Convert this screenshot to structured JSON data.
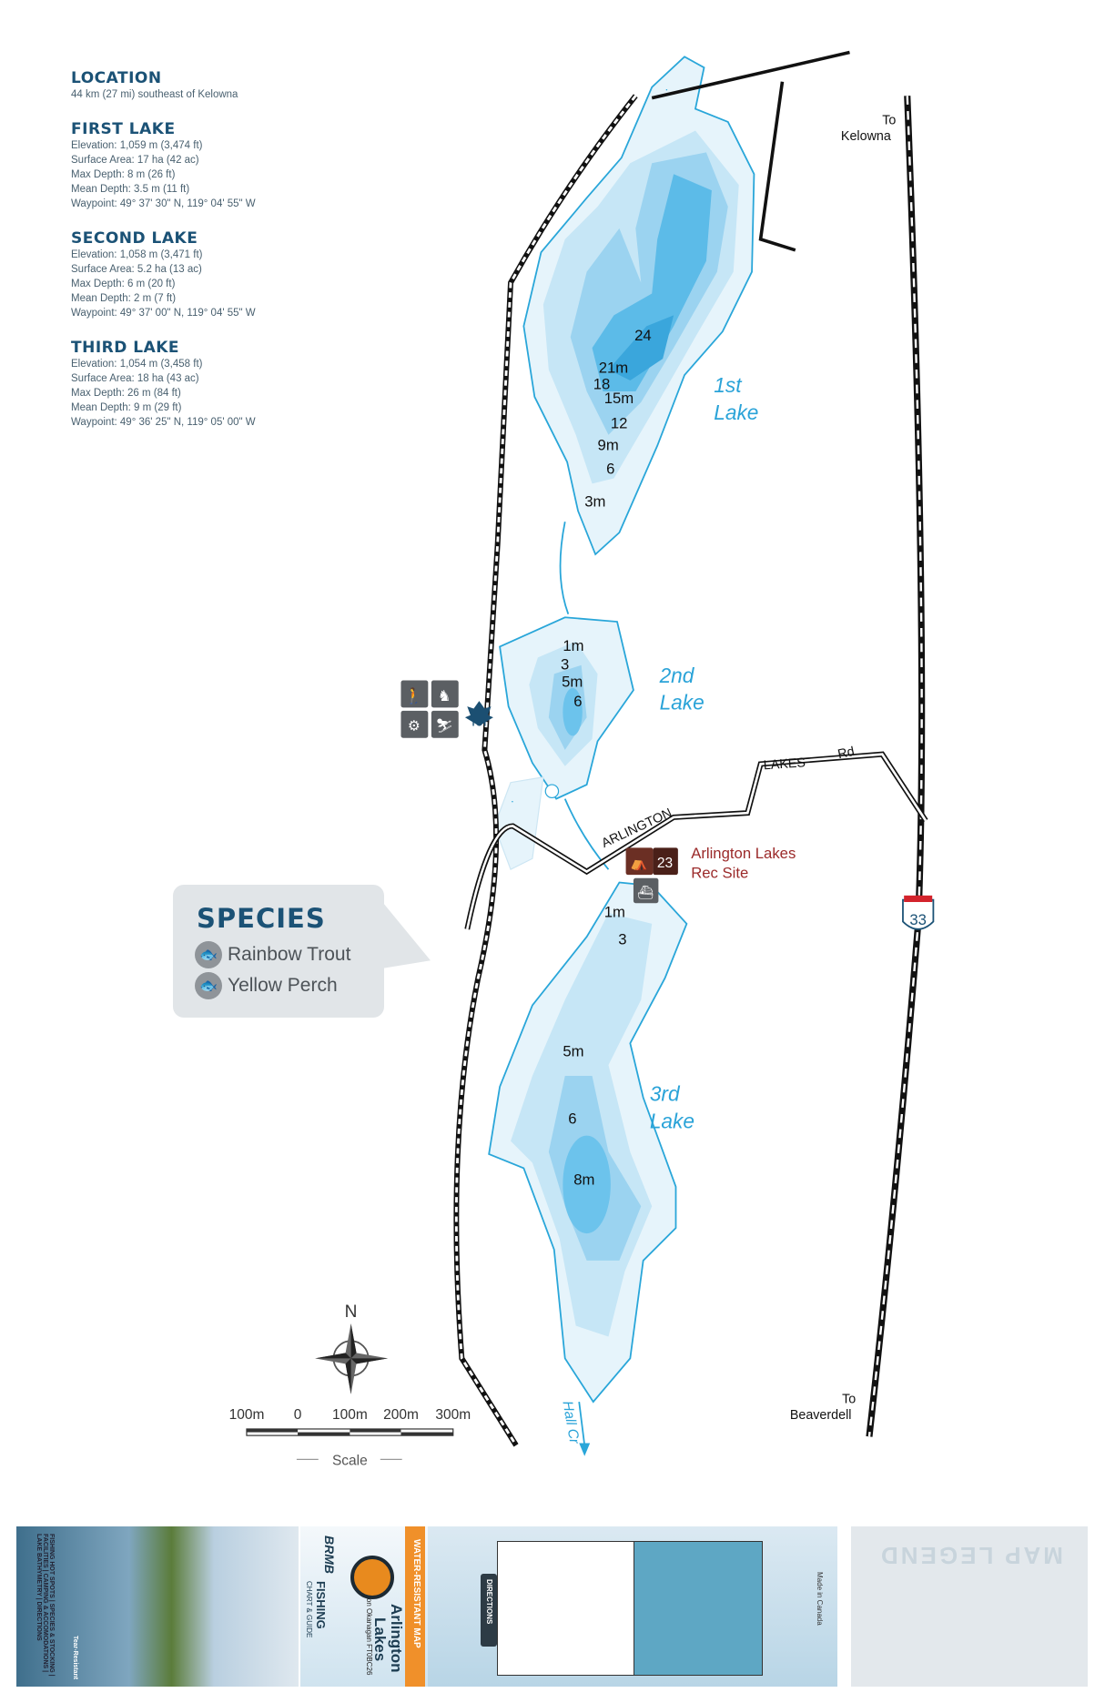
{
  "info": {
    "location": {
      "title": "LOCATION",
      "lines": [
        "44 km (27 mi) southeast of Kelowna"
      ]
    },
    "first_lake": {
      "title": "FIRST LAKE",
      "lines": [
        "Elevation: 1,059 m (3,474 ft)",
        "Surface Area: 17 ha (42 ac)",
        "Max Depth: 8 m (26 ft)",
        "Mean Depth: 3.5 m (11 ft)",
        "Waypoint: 49° 37' 30\" N, 119° 04' 55\" W"
      ]
    },
    "second_lake": {
      "title": "SECOND LAKE",
      "lines": [
        "Elevation: 1,058 m (3,471 ft)",
        "Surface Area: 5.2 ha (13 ac)",
        "Max Depth: 6 m (20 ft)",
        "Mean Depth: 2 m (7 ft)",
        "Waypoint: 49° 37' 00\" N, 119° 04' 55\" W"
      ]
    },
    "third_lake": {
      "title": "THIRD LAKE",
      "lines": [
        "Elevation: 1,054 m (3,458 ft)",
        "Surface Area: 18 ha (43 ac)",
        "Max Depth: 26 m (84 ft)",
        "Mean Depth: 9 m (29 ft)",
        "Waypoint: 49° 36' 25\" N, 119° 05' 00\" W"
      ]
    }
  },
  "species": {
    "title": "SPECIES",
    "items": [
      "Rainbow Trout",
      "Yellow Perch"
    ],
    "icon": "fish-icon"
  },
  "map": {
    "lakes": [
      {
        "line1": "1st",
        "line2": "Lake"
      },
      {
        "line1": "2nd",
        "line2": "Lake"
      },
      {
        "line1": "3rd",
        "line2": "Lake"
      }
    ],
    "depths_first": [
      "24",
      "21m",
      "18",
      "15m",
      "12",
      "9m",
      "6",
      "3m"
    ],
    "depths_second": [
      "1m",
      "3",
      "5m",
      "6"
    ],
    "depths_third": [
      "1m",
      "3",
      "5m",
      "6",
      "8m"
    ],
    "roads": {
      "arlington": "ARLINGTON",
      "lakes": "LAKES",
      "rd": "Rd",
      "highway": "33"
    },
    "directions": {
      "north_to": "To",
      "north_place": "Kelowna",
      "south_to": "To",
      "south_place": "Beaverdell"
    },
    "creek": "Hall Cr",
    "rec_site": {
      "number": "23",
      "line1": "Arlington Lakes",
      "line2": "Rec Site"
    },
    "trail_badge": "TCT",
    "compass_n": "N",
    "scale": {
      "ticks": [
        "100m",
        "0",
        "100m",
        "200m",
        "300m"
      ],
      "label": "Scale"
    },
    "colors": {
      "water": "#e6f4fb",
      "shore": "#29a6d9",
      "depth1": "#c6e6f6",
      "depth2": "#9bd3f0",
      "depth3": "#5cbbe8",
      "label": "#2aa3d8",
      "rec": "#9b2a2a"
    }
  },
  "cover": {
    "tagline": "FISHING HOT SPOTS | SPECIES & STOCKING | FACILITIES | CAMPING & ACCOMODATIONS | LAKE BATHYMETRY | DIRECTIONS",
    "tear": "Tear-Resistant",
    "brand": "BRMB",
    "product": "FISHING",
    "product_sub": "CHART & GUIDE",
    "title1": "Arlington",
    "title2": "Lakes",
    "code": "Thompson Okanagan FT0BC26",
    "banner": "WATER-RESISTANT MAP",
    "directions": "DIRECTIONS",
    "made_in": "Made in Canada",
    "legend": "MAP LEGEND"
  }
}
